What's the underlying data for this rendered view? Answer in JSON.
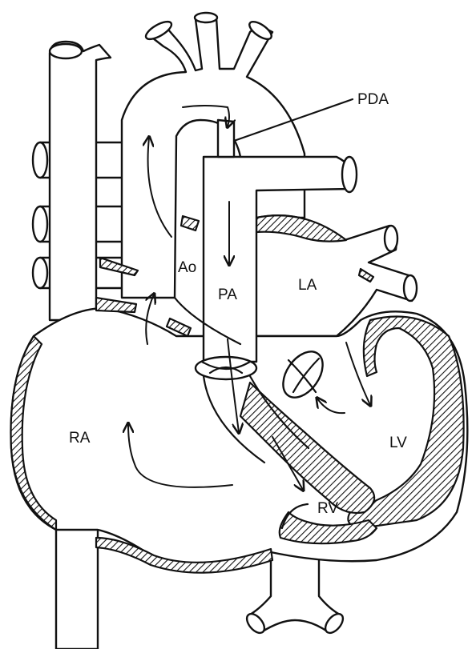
{
  "diagram": {
    "labels": {
      "pda": "PDA",
      "ao": "Ao",
      "pa": "PA",
      "la": "LA",
      "ra": "RA",
      "lv": "LV",
      "rv": "RV"
    },
    "colors": {
      "line": "#111111",
      "fill": "#ffffff",
      "background": "#ffffff"
    }
  }
}
